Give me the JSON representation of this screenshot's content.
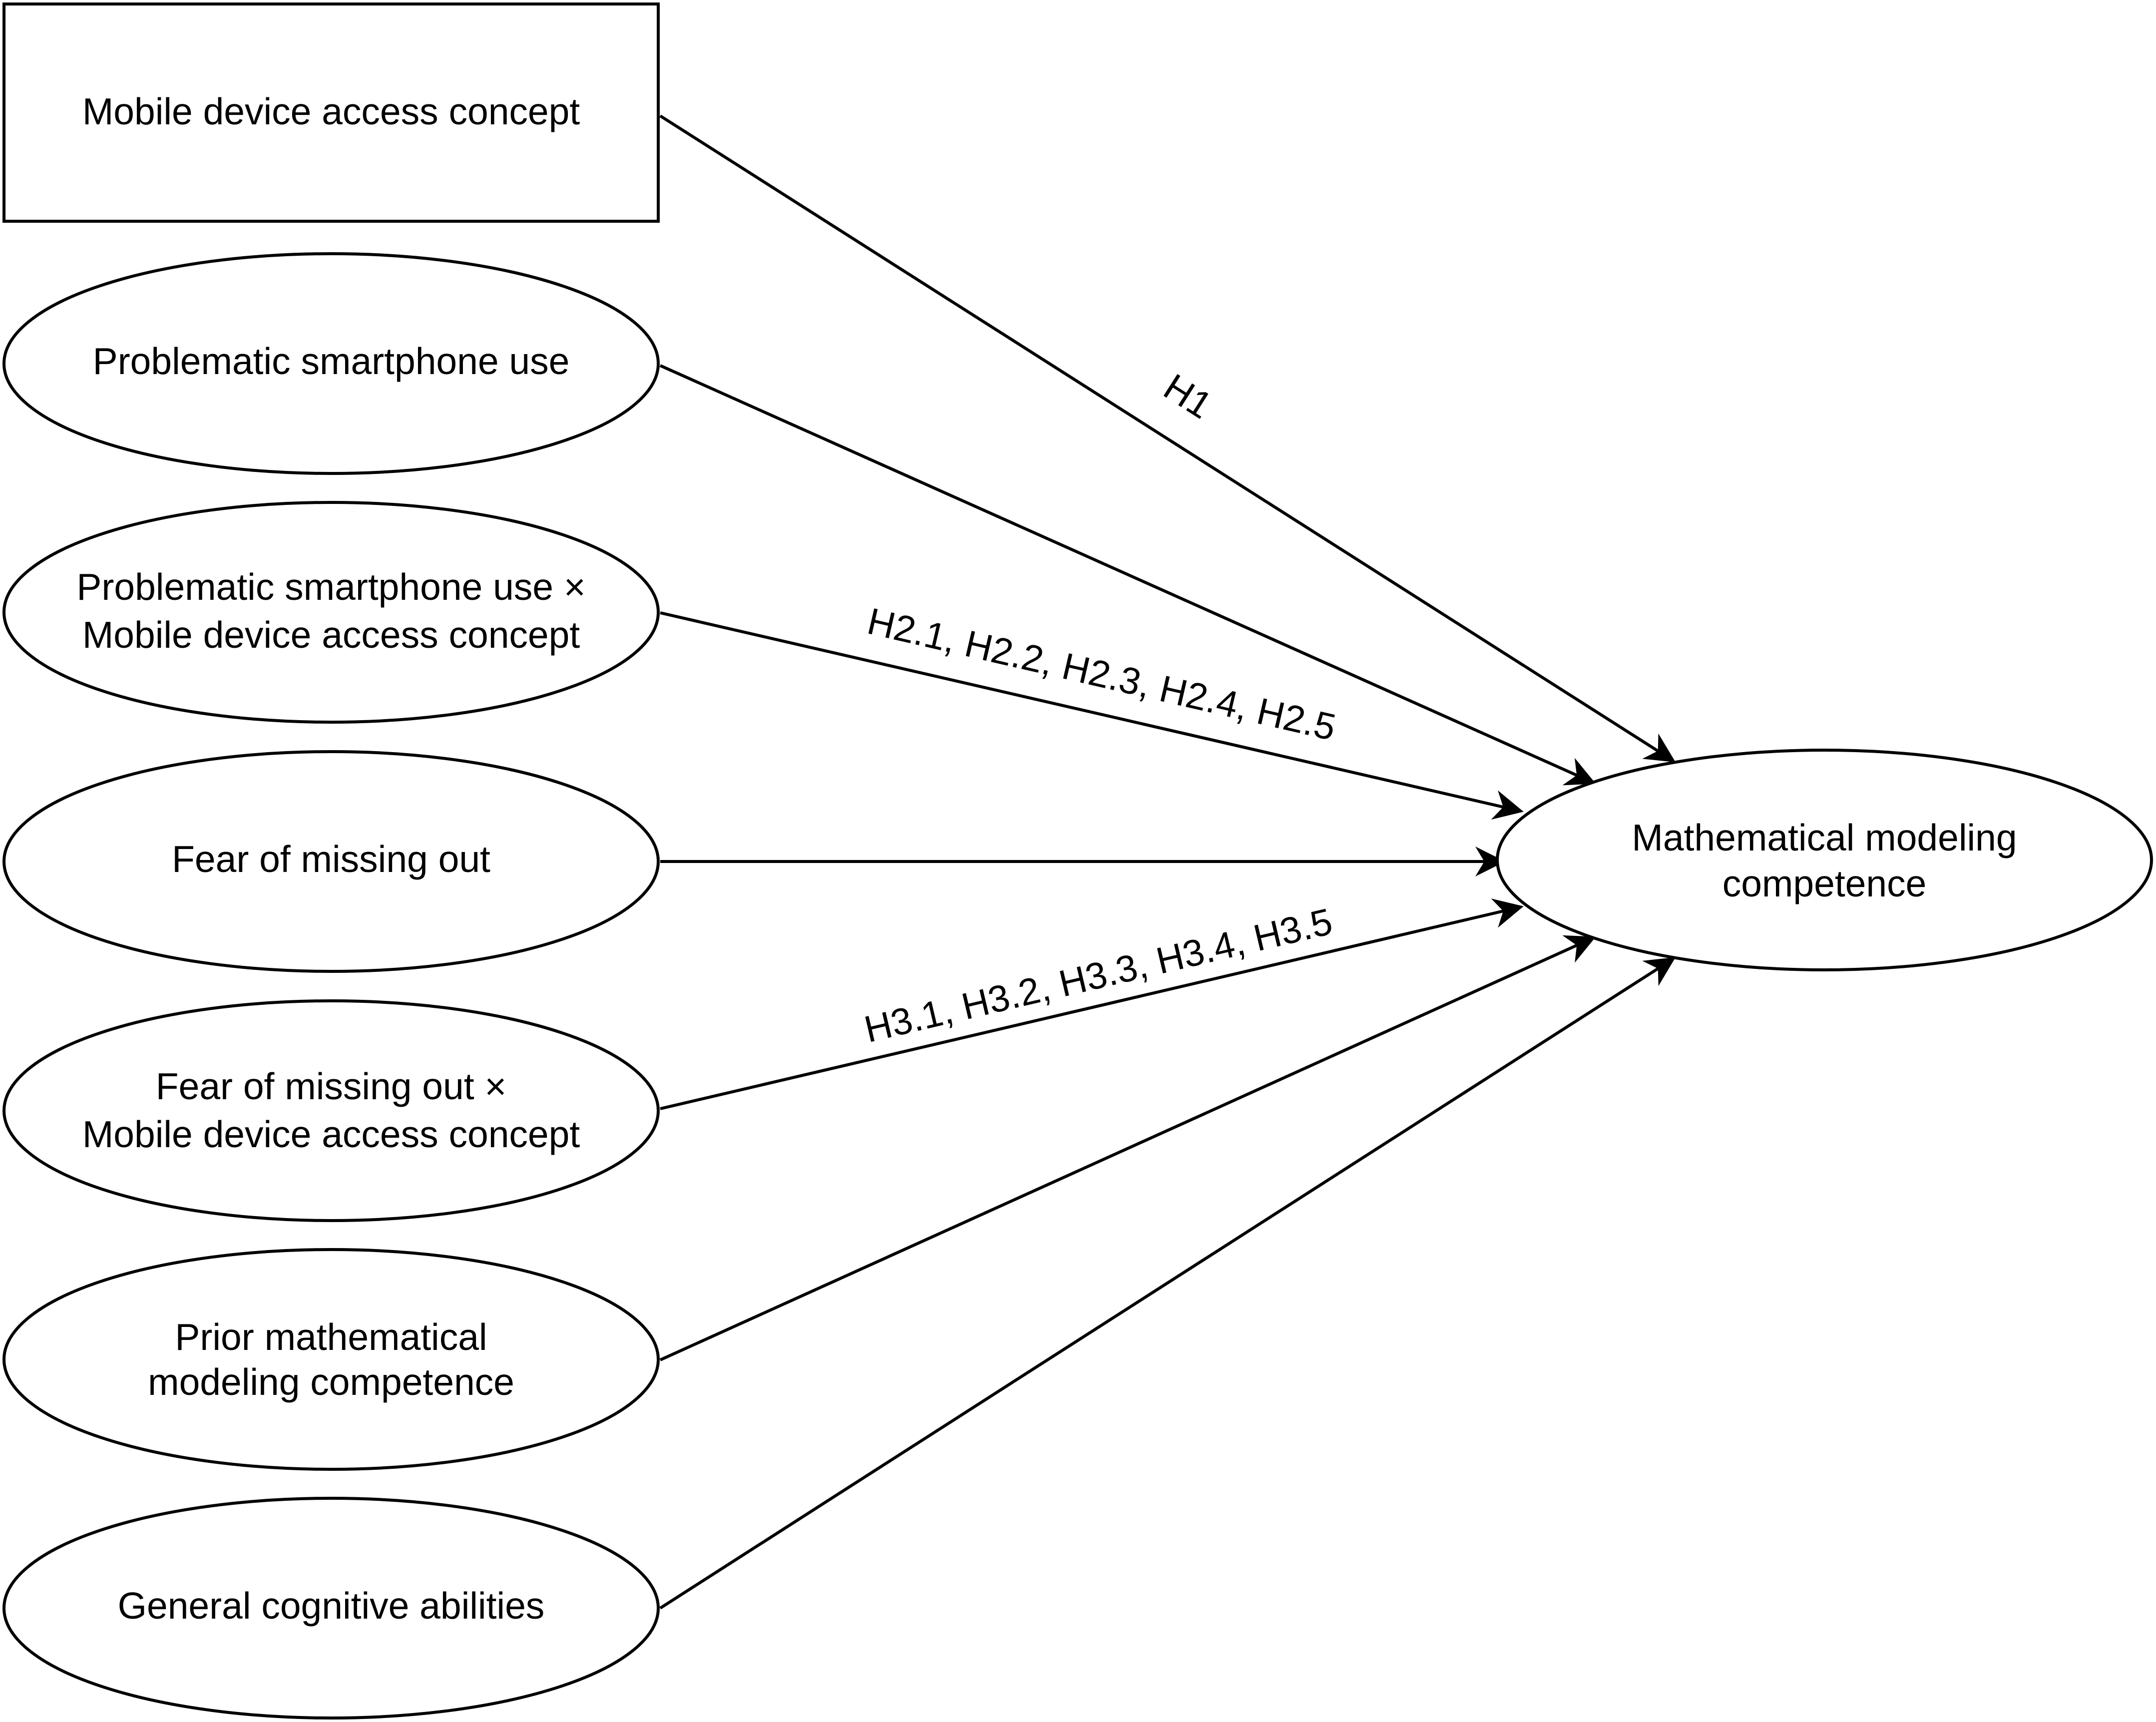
{
  "diagram": {
    "nodes": {
      "mobile_access": {
        "shape": "rectangle",
        "lines": [
          "Mobile device access concept"
        ]
      },
      "psu": {
        "shape": "ellipse",
        "lines": [
          "Problematic smartphone use"
        ]
      },
      "psu_x_mobile": {
        "shape": "ellipse",
        "lines": [
          "Problematic smartphone use ×",
          "Mobile device access concept"
        ]
      },
      "fomo": {
        "shape": "ellipse",
        "lines": [
          "Fear of missing out"
        ]
      },
      "fomo_x_mobile": {
        "shape": "ellipse",
        "lines": [
          "Fear of missing out ×",
          "Mobile device access concept"
        ]
      },
      "prior_mmc": {
        "shape": "ellipse",
        "lines": [
          "Prior mathematical",
          "modeling competence"
        ]
      },
      "cognitive": {
        "shape": "ellipse",
        "lines": [
          "General cognitive abilities"
        ]
      },
      "mmc": {
        "shape": "ellipse",
        "lines": [
          "Mathematical modeling",
          "competence"
        ]
      }
    },
    "edges": [
      {
        "from": "mobile_access",
        "to": "mmc",
        "label": "H1"
      },
      {
        "from": "psu",
        "to": "mmc",
        "label": ""
      },
      {
        "from": "psu_x_mobile",
        "to": "mmc",
        "label": "H2.1, H2.2, H2.3, H2.4, H2.5"
      },
      {
        "from": "fomo",
        "to": "mmc",
        "label": ""
      },
      {
        "from": "fomo_x_mobile",
        "to": "mmc",
        "label": "H3.1, H3.2, H3.3, H3.4, H3.5"
      },
      {
        "from": "prior_mmc",
        "to": "mmc",
        "label": ""
      },
      {
        "from": "cognitive",
        "to": "mmc",
        "label": ""
      }
    ]
  }
}
